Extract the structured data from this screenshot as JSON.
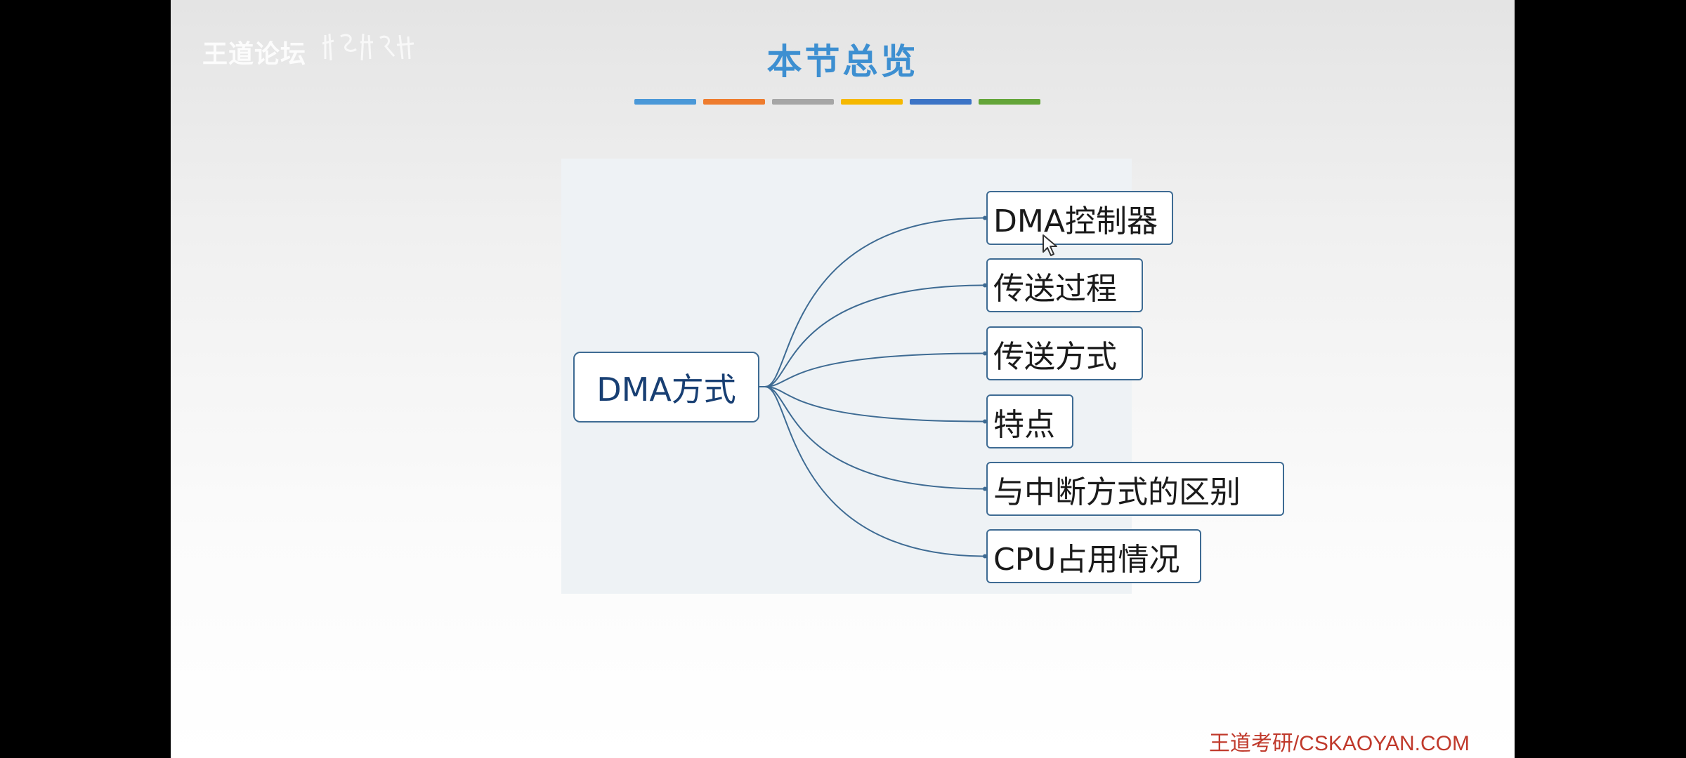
{
  "watermark": {
    "text": "王道论坛"
  },
  "slide": {
    "title": "本节总览",
    "title_color": "#3d8fd1",
    "color_bars": [
      "#4a98d8",
      "#ee7c2e",
      "#a6a6a6",
      "#f5b800",
      "#3c74c6",
      "#64a539"
    ]
  },
  "diagram": {
    "root": "DMA方式",
    "branches": [
      "DMA控制器",
      "传送过程",
      "传送方式",
      "特点",
      "与中断方式的区别",
      "CPU占用情况"
    ]
  },
  "footer": {
    "brand": "王道考研/CSKAOYAN.COM",
    "brand_color": "#c0392b"
  }
}
